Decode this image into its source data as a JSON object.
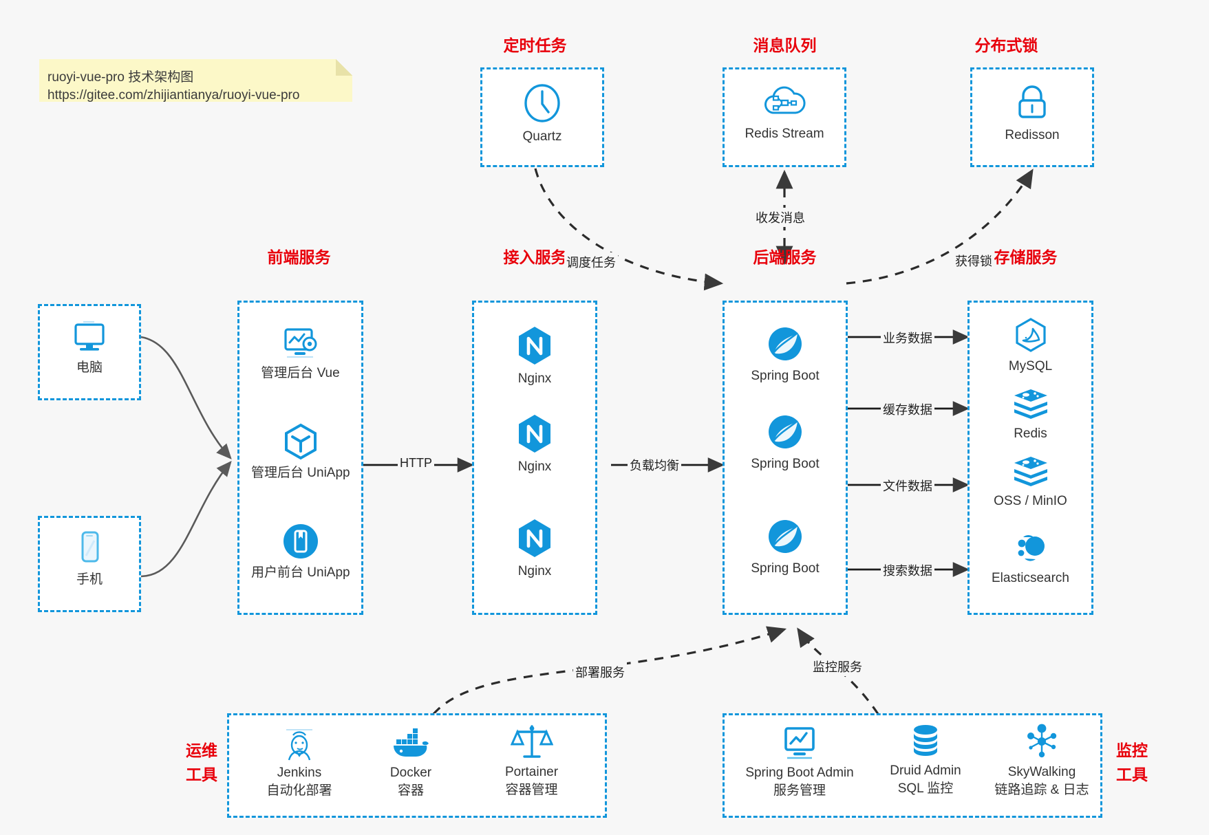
{
  "note": {
    "line1": "ruoyi-vue-pro 技术架构图",
    "line2": "https://gitee.com/zhijiantianya/ruoyi-vue-pro"
  },
  "groups": {
    "scheduler": "定时任务",
    "mq": "消息队列",
    "lock": "分布式锁",
    "frontend": "前端服务",
    "gateway": "接入服务",
    "backend": "后端服务",
    "storage": "存储服务",
    "devops_line1": "运维",
    "devops_line2": "工具",
    "monitor_line1": "监控",
    "monitor_line2": "工具"
  },
  "clients": [
    {
      "name": "电脑",
      "icon": "desktop-icon"
    },
    {
      "name": "手机",
      "icon": "mobile-icon"
    }
  ],
  "scheduler_nodes": [
    {
      "name": "Quartz",
      "icon": "clock-icon"
    }
  ],
  "mq_nodes": [
    {
      "name": "Redis Stream",
      "icon": "cloud-stream-icon"
    }
  ],
  "lock_nodes": [
    {
      "name": "Redisson",
      "icon": "lock-icon"
    }
  ],
  "frontend_nodes": [
    {
      "name": "管理后台 Vue",
      "icon": "dashboard-gear-icon"
    },
    {
      "name": "管理后台 UniApp",
      "icon": "cube-icon"
    },
    {
      "name": "用户前台 UniApp",
      "icon": "app-window-icon"
    }
  ],
  "gateway_nodes": [
    {
      "name": "Nginx",
      "icon": "nginx-icon"
    },
    {
      "name": "Nginx",
      "icon": "nginx-icon"
    },
    {
      "name": "Nginx",
      "icon": "nginx-icon"
    }
  ],
  "backend_nodes": [
    {
      "name": "Spring Boot",
      "icon": "spring-leaf-icon"
    },
    {
      "name": "Spring Boot",
      "icon": "spring-leaf-icon"
    },
    {
      "name": "Spring Boot",
      "icon": "spring-leaf-icon"
    }
  ],
  "storage_nodes": [
    {
      "name": "MySQL",
      "icon": "mysql-dolphin-icon"
    },
    {
      "name": "Redis",
      "icon": "redis-stack-icon"
    },
    {
      "name": "OSS / MinIO",
      "icon": "oss-stack-icon"
    },
    {
      "name": "Elasticsearch",
      "icon": "elasticsearch-icon"
    }
  ],
  "devops_nodes": [
    {
      "name": "Jenkins",
      "desc": "自动化部署",
      "icon": "jenkins-butler-icon"
    },
    {
      "name": "Docker",
      "desc": "容器",
      "icon": "docker-whale-icon"
    },
    {
      "name": "Portainer",
      "desc": "容器管理",
      "icon": "scales-icon"
    }
  ],
  "monitor_nodes": [
    {
      "name": "Spring Boot Admin",
      "desc": "服务管理",
      "icon": "monitor-chart-icon"
    },
    {
      "name": "Druid Admin",
      "desc": "SQL 监控",
      "icon": "database-icon"
    },
    {
      "name": "SkyWalking",
      "desc": "链路追踪 & 日志",
      "icon": "skywalking-node-icon"
    }
  ],
  "edges": [
    {
      "id": "http",
      "label": "HTTP"
    },
    {
      "id": "lb",
      "label": "负载均衡"
    },
    {
      "id": "schedule",
      "label": "调度任务"
    },
    {
      "id": "mq",
      "label": "收发消息"
    },
    {
      "id": "lock",
      "label": "获得锁"
    },
    {
      "id": "biz",
      "label": "业务数据"
    },
    {
      "id": "cache",
      "label": "缓存数据"
    },
    {
      "id": "file",
      "label": "文件数据"
    },
    {
      "id": "search",
      "label": "搜索数据"
    },
    {
      "id": "deploy",
      "label": "部署服务"
    },
    {
      "id": "monitor",
      "label": "监控服务"
    }
  ],
  "colors": {
    "accent": "#1296db",
    "title": "#e8000b",
    "background": "#f7f7f7",
    "note": "#fcf8c8",
    "wire": "#4d4d4d"
  }
}
